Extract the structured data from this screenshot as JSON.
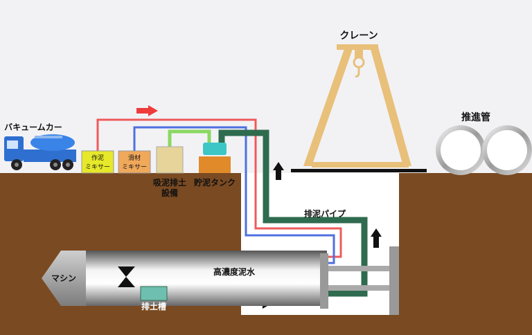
{
  "labels": {
    "crane": "クレーン",
    "pipe": "推進管",
    "vacuum_car": "バキュームカー",
    "mixer1": [
      "作泥",
      "ミキサー"
    ],
    "mixer2": [
      "滑材",
      "ミキサー"
    ],
    "mud_equipment": [
      "吸泥排土",
      "設備"
    ],
    "mud_tank": "貯泥タンク",
    "discharge_pipe": "排泥パイプ",
    "high_density_mud": "高濃度泥水",
    "machine": "マシン",
    "soil_tank": "排土槽"
  },
  "colors": {
    "sky": "#f2f2f5",
    "ground": "#7a4a22",
    "pit": "#ffffff",
    "crane": "#e8c07a",
    "red_line": "#ef5a5a",
    "blue_line": "#4f6fe0",
    "green_line": "#8ad862",
    "dark_green_pipe": "#2f6b4e",
    "mixer_yellow": "#e6e82a",
    "mixer_orange": "#f0a85a",
    "tank_orange": "#e08a2a",
    "tank_teal": "#3cc6c6",
    "equipment_beige": "#e6d49a",
    "truck_blue": "#2f6fd0",
    "arrow_red": "#ef3b3b",
    "arrow_black": "#111111"
  }
}
